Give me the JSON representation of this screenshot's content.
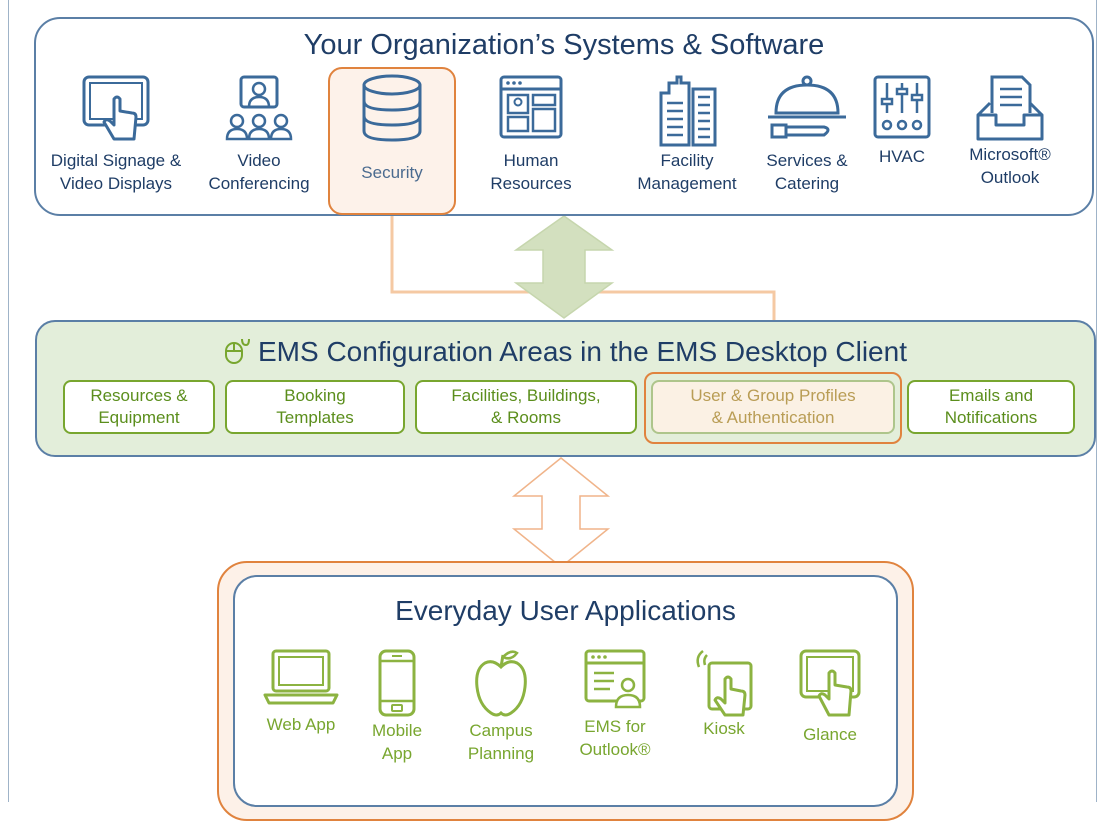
{
  "systems_panel": {
    "title": "Your Organization’s Systems & Software",
    "items": [
      {
        "label": "Digital Signage &\nVideo Displays",
        "icon": "tablet-touch-icon"
      },
      {
        "label": "Video\nConferencing",
        "icon": "video-conference-icon"
      },
      {
        "label": "Security",
        "icon": "database-icon",
        "highlighted": true
      },
      {
        "label": "Human\nResources",
        "icon": "hr-window-icon"
      },
      {
        "label": "Facility\nManagement",
        "icon": "buildings-icon"
      },
      {
        "label": "Services &\nCatering",
        "icon": "cloche-icon"
      },
      {
        "label": "HVAC",
        "icon": "control-panel-icon"
      },
      {
        "label": "Microsoft®\nOutlook",
        "icon": "inbox-tray-icon"
      }
    ]
  },
  "config_panel": {
    "title": "EMS Configuration Areas in the EMS Desktop Client",
    "icon": "mouse-icon",
    "areas": [
      {
        "label": "Resources &\nEquipment"
      },
      {
        "label": "Booking\nTemplates"
      },
      {
        "label": "Facilities, Buildings,\n& Rooms"
      },
      {
        "label": "User & Group Profiles\n& Authentication",
        "highlighted": true
      },
      {
        "label": "Emails and\nNotifications"
      }
    ]
  },
  "apps_panel": {
    "title": "Everyday User Applications",
    "items": [
      {
        "label": "Web App",
        "icon": "laptop-icon"
      },
      {
        "label": "Mobile\nApp",
        "icon": "mobile-phone-icon"
      },
      {
        "label": "Campus\nPlanning",
        "icon": "apple-icon"
      },
      {
        "label": "EMS for\nOutlook®",
        "icon": "outlook-window-icon"
      },
      {
        "label": "Kiosk",
        "icon": "kiosk-touch-icon"
      },
      {
        "label": "Glance",
        "icon": "tablet-touch-icon"
      }
    ]
  },
  "colors": {
    "navy": "#1f3d66",
    "panel_border": "#5b7fa6",
    "green": "#78a62f",
    "green_fill": "#e3eeda",
    "orange": "#e0833e",
    "orange_fill": "#fdf1e8"
  }
}
